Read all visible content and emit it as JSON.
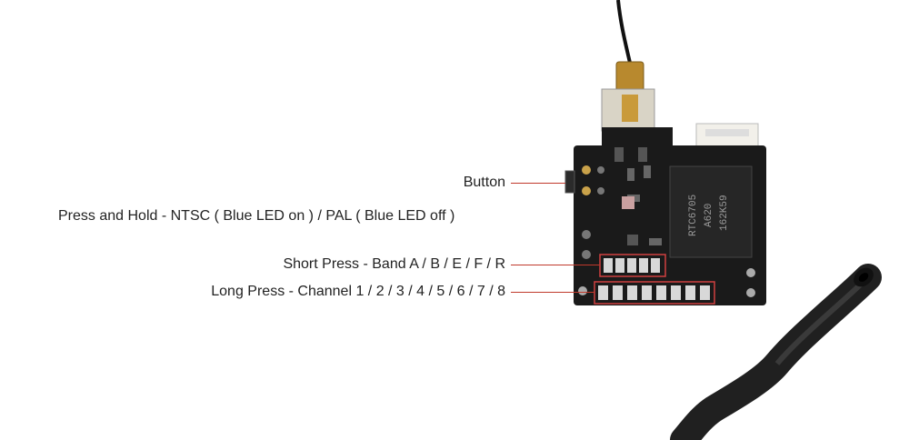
{
  "annotations": {
    "button": "Button",
    "press_hold": "Press and Hold - NTSC ( Blue LED on ) / PAL ( Blue LED off )",
    "short_press": "Short Press - Band A / B / E / F / R",
    "long_press": "Long Press - Channel 1 / 2 / 3 / 4 / 5 / 6 / 7 / 8"
  },
  "chip": {
    "line1": "RTC6705",
    "line2": "A620",
    "line3": "162K59"
  },
  "colors": {
    "leader_line": "#c0392b",
    "pcb": "#1a1a1a",
    "led_box": "#d04040"
  }
}
